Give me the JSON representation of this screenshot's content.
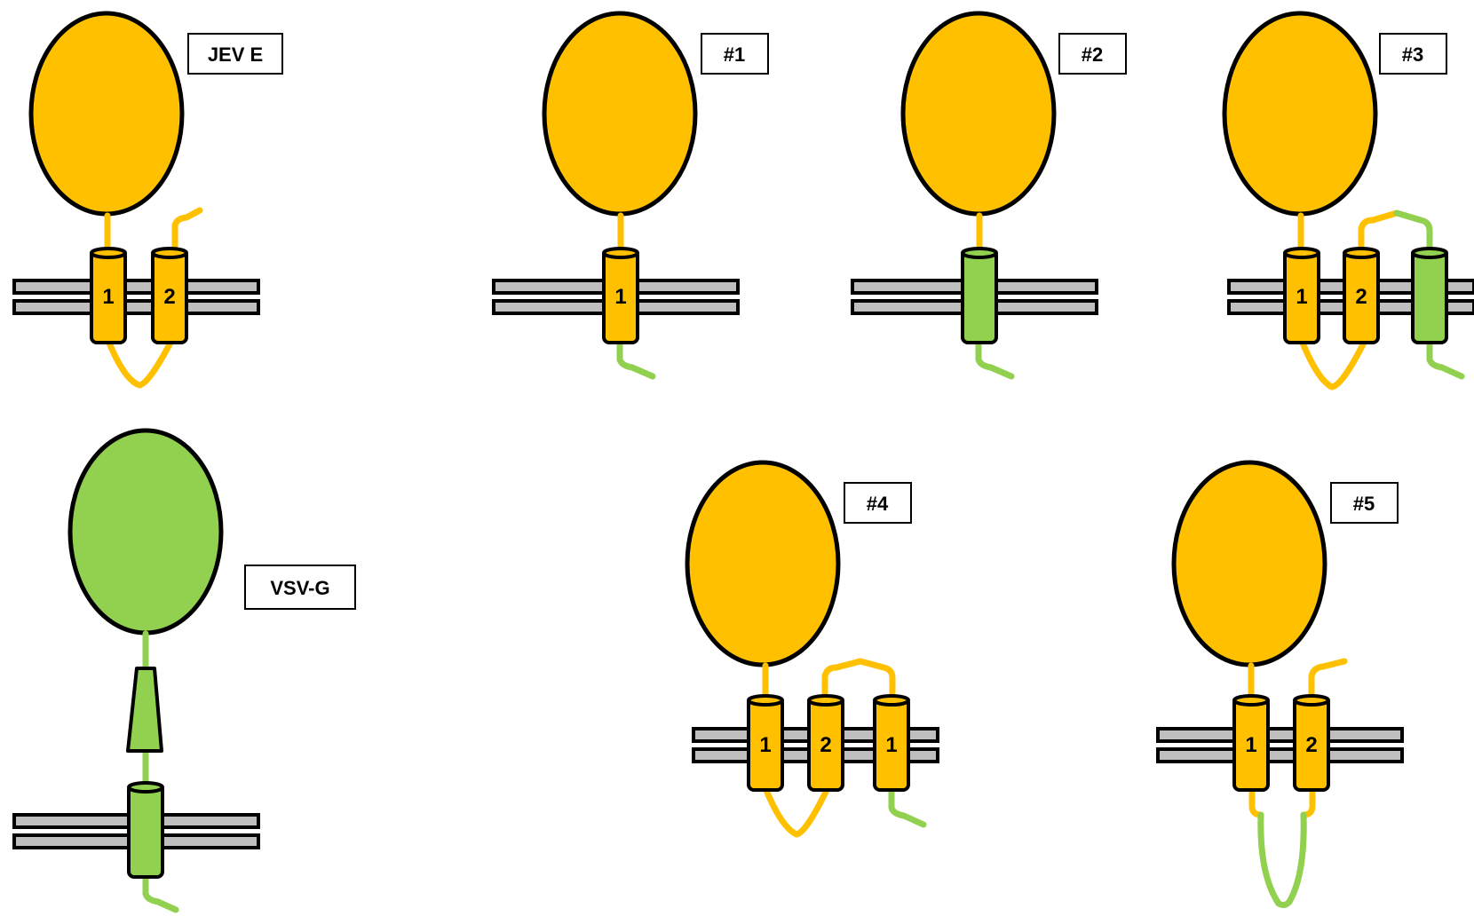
{
  "colors": {
    "jev": "#FFC000",
    "vsv": "#92D050",
    "membrane": "#BFBFBF",
    "outline": "#000000"
  },
  "constructs": [
    {
      "id": "jev-e",
      "label": "JEV E",
      "tm_segments": [
        "1",
        "2"
      ]
    },
    {
      "id": "c1",
      "label": "#1",
      "tm_segments": [
        "1"
      ]
    },
    {
      "id": "c2",
      "label": "#2",
      "tm_segments": [
        ""
      ]
    },
    {
      "id": "c3",
      "label": "#3",
      "tm_segments": [
        "1",
        "2",
        ""
      ]
    },
    {
      "id": "vsv-g",
      "label": "VSV-G",
      "tm_segments": [
        ""
      ]
    },
    {
      "id": "c4",
      "label": "#4",
      "tm_segments": [
        "1",
        "2",
        "1"
      ]
    },
    {
      "id": "c5",
      "label": "#5",
      "tm_segments": [
        "1",
        "2"
      ]
    }
  ]
}
